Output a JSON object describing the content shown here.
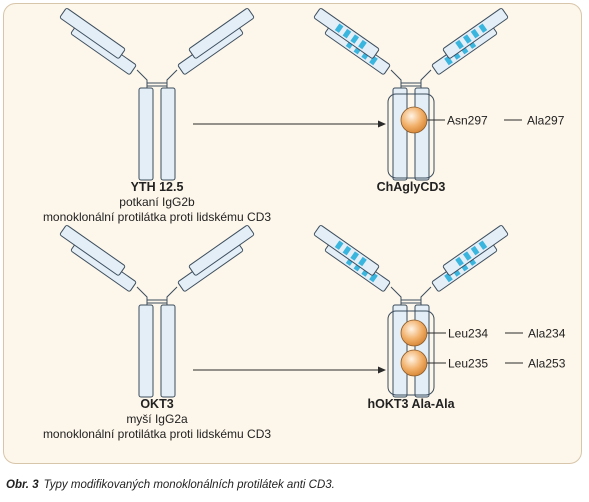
{
  "panel_background": "#fdf6ea",
  "panel_border": "#d8c6aa",
  "antibody_fill": "#e3eef7",
  "antibody_stroke": "#3c4d5d",
  "humanized_stripe_color": "#3ab5de",
  "glycan_fill": "#f2b16b",
  "antibodies": {
    "top_left": {
      "name": "YTH 12.5",
      "desc1": "potkaní IgG2b",
      "desc2": "monoklonální protilátka proti lidskému CD3"
    },
    "top_right": {
      "name": "ChAglyCD3",
      "site_label": "Asn297",
      "mutation_label": "Ala297"
    },
    "bottom_left": {
      "name": "OKT3",
      "desc1": "myší IgG2a",
      "desc2": "monoklonální protilátka proti lidskému CD3"
    },
    "bottom_right": {
      "name": "hOKT3 Ala-Ala",
      "site1_label": "Leu234",
      "mutation1_label": "Ala234",
      "site2_label": "Leu235",
      "mutation2_label": "Ala253"
    }
  },
  "caption": {
    "prefix": "Obr. 3",
    "text": "Typy modifikovaných monoklonálních protilátek anti CD3."
  }
}
